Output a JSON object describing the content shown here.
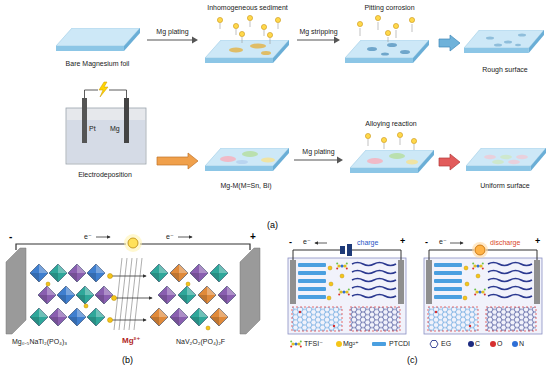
{
  "diagram": {
    "nodes": [
      {
        "text": [
          "Bare Magnesium foil"
        ]
      },
      {
        "text": [
          "Inhomogeneous sediment"
        ]
      },
      {
        "text": [
          "Pitting corrosion"
        ]
      },
      {
        "text": [
          "Rough surface"
        ]
      },
      {
        "text": [
          "Electrodeposition"
        ]
      },
      {
        "text": [
          "Mg-M(M=Sn, Bi)"
        ]
      },
      {
        "text": [
          "Alloying reaction"
        ]
      },
      {
        "text": [
          "Uniform surface"
        ]
      }
    ],
    "edges": [
      {
        "from": 0,
        "to": 1,
        "arrow": "to",
        "label": "Mg plating"
      },
      {
        "from": 1,
        "to": 2,
        "arrow": "to",
        "label": "Mg stripping"
      },
      {
        "from": 2,
        "to": 3,
        "arrow": "to"
      },
      {
        "from": 4,
        "to": 5,
        "arrow": "to"
      },
      {
        "from": 5,
        "to": 6,
        "arrow": "to",
        "label": "Mg plating"
      },
      {
        "from": 6,
        "to": 7,
        "arrow": "to"
      }
    ],
    "labels": [
      "Pt",
      "Mg",
      "(a)",
      "-",
      "e⁻",
      "e⁻",
      "+",
      "Mg₀.₅NaTi₂(PO₄)₃",
      "Mg²⁺",
      "NaV₂O₂(PO₄)₂F",
      "(b)",
      "-",
      "e⁻",
      "charge",
      "+",
      "-",
      "e⁻",
      "discharge",
      "+",
      "(c)"
    ],
    "legend": [
      {
        "text": "TFSI⁻"
      },
      {
        "text": "Mg²⁺",
        "color": "#f5c518"
      },
      {
        "text": "PTCDI",
        "color": "#4a9fe0"
      },
      {
        "text": "EG"
      },
      {
        "text": "C",
        "color": "#1c2a80"
      },
      {
        "text": "O",
        "color": "#d62f2f"
      },
      {
        "text": "N",
        "color": "#2f6fd6"
      }
    ]
  }
}
